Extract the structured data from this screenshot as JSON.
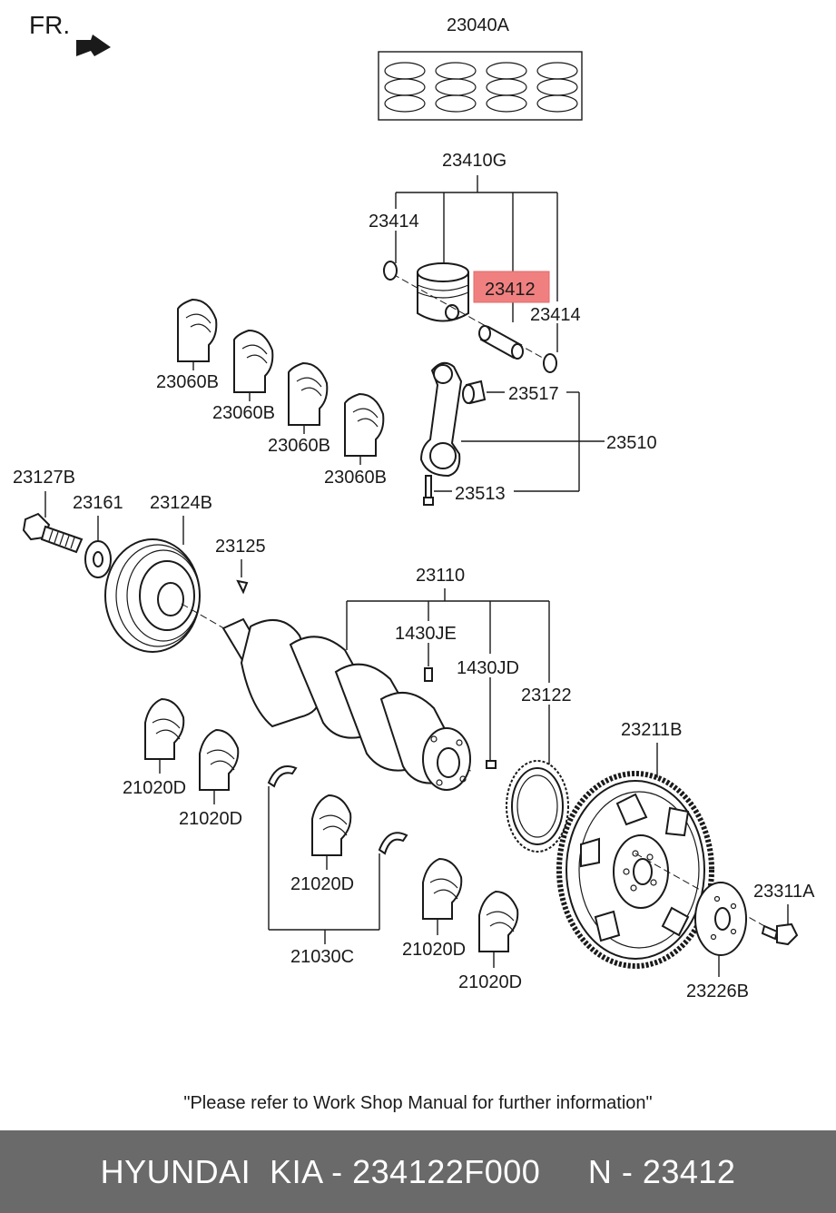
{
  "orientation": {
    "label": "FR."
  },
  "callouts": {
    "rings_set": "23040A",
    "piston_assy": "23410G",
    "snap_ring_left": "23414",
    "piston_pin": "23412",
    "snap_ring_right": "23414",
    "bearing_a1": "23060B",
    "bearing_a2": "23060B",
    "bearing_a3": "23060B",
    "bearing_a4": "23060B",
    "conrod_bushing": "23517",
    "conrod_assy": "23510",
    "conrod_bolt": "23513",
    "pulley_bolt": "23127B",
    "washer": "23161",
    "damper_pulley": "23124B",
    "key": "23125",
    "crankshaft_assy": "23110",
    "pin_je": "1430JE",
    "pin_jd": "1430JD",
    "sensor_wheel": "23122",
    "flywheel": "23211B",
    "flywheel_bolt": "23311A",
    "adapter_plate": "23226B",
    "main_bearing_1": "21020D",
    "main_bearing_2": "21020D",
    "main_bearing_3": "21020D",
    "main_bearing_4": "21020D",
    "main_bearing_5": "21020D",
    "thrust_washer": "21030C"
  },
  "highlight": {
    "part": "23412",
    "color": "#f08080"
  },
  "note": "\"Please refer to Work Shop Manual for further information\"",
  "footer": {
    "text": "HYUNDAI  KIA - 234122F000     N - 23412",
    "background": "#6a6a6a"
  }
}
